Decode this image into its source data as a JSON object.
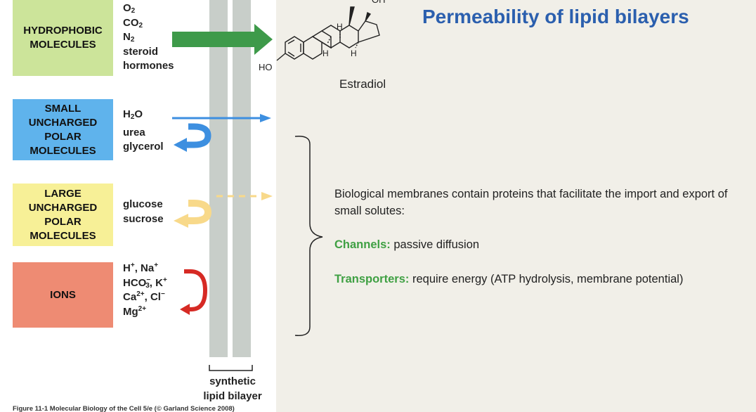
{
  "slide": {
    "title": "Permeability of lipid bilayers",
    "categories": [
      {
        "label_lines": [
          "HYDROPHOBIC",
          "MOLECULES"
        ]
      },
      {
        "label_lines": [
          "SMALL",
          "UNCHARGED",
          "POLAR",
          "MOLECULES"
        ]
      },
      {
        "label_lines": [
          "LARGE",
          "UNCHARGED",
          "POLAR",
          "MOLECULES"
        ]
      },
      {
        "label_lines": [
          "IONS"
        ]
      }
    ],
    "bilayer_label_lines": [
      "synthetic",
      "lipid bilayer"
    ],
    "caption": "Figure 11-1 Molecular Biology of the Cell 5/e (© Garland Science 2008)",
    "molecule_name": "Estradiol",
    "structure_labels": {
      "h": "H",
      "ho": "HO",
      "oh": "OH"
    },
    "body_intro": "Biological membranes contain proteins that facilitate the import and export of small solutes:",
    "channels": {
      "label": "Channels:",
      "text": "passive diffusion"
    },
    "transporters": {
      "label": "Transporters:",
      "text": "require energy (ATP hydrolysis, membrane potential)"
    },
    "molecules": {
      "hydrophobic": {
        "o2": {
          "base": "O",
          "sub": "2"
        },
        "co2": {
          "base": "CO",
          "sub": "2"
        },
        "n2": {
          "base": "N",
          "sub": "2"
        },
        "steroid_lines": [
          "steroid",
          "hormones"
        ]
      },
      "small_polar": {
        "h2o": {
          "pre": "H",
          "sub": "2",
          "post": "O"
        },
        "others": [
          "urea",
          "glycerol"
        ]
      },
      "large_polar": [
        "glucose",
        "sucrose"
      ],
      "ions": {
        "h": {
          "base": "H",
          "sup": "+"
        },
        "sep": ", ",
        "na": {
          "base": "Na",
          "sup": "+"
        },
        "hco3": {
          "base": "HCO",
          "sup": "−",
          "sub": "3"
        },
        "k": {
          "base": "K",
          "sup": "+"
        },
        "ca": {
          "base": "Ca",
          "sup": "2+"
        },
        "cl": {
          "base": "Cl",
          "sup": "−"
        },
        "mg": {
          "base": "Mg",
          "sup": "2+"
        }
      }
    },
    "colors": {
      "hydrophobic_box": "#cce49a",
      "small_polar_box": "#5fb3ec",
      "large_polar_box": "#f7f097",
      "ions_box": "#ee8b73",
      "hydrophobic_arrow": "#3e9a4a",
      "small_polar_arrow": "#3d8fe0",
      "large_polar_arrow": "#f8d98a",
      "ions_arrow": "#d62a24",
      "title": "#2b5fae",
      "highlight": "#3fa043"
    }
  }
}
